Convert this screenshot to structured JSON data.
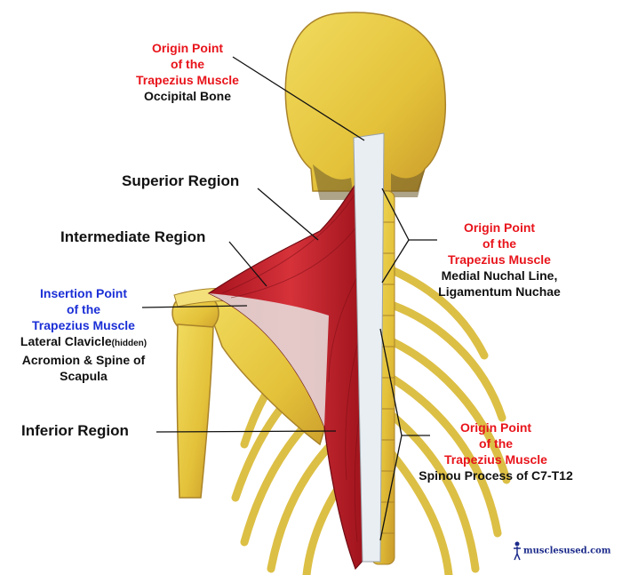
{
  "labels": {
    "occipital": {
      "line1": "Origin Point",
      "line2": "of the",
      "line3": "Trapezius Muscle",
      "line4": "Occipital Bone"
    },
    "superior_region": "Superior Region",
    "intermediate_region": "Intermediate Region",
    "inferior_region": "Inferior Region",
    "nuchal": {
      "line1": "Origin Point",
      "line2": "of the",
      "line3": "Trapezius Muscle",
      "line4": "Medial Nuchal Line,",
      "line5": "Ligamentum Nuchae"
    },
    "insertion": {
      "line1": "Insertion Point",
      "line2": "of the",
      "line3": "Trapezius Muscle",
      "line4a": "Lateral Clavicle",
      "line4b": "(hidden)",
      "line5": "Acromion & Spine of",
      "line6": "Scapula"
    },
    "spinous": {
      "line1": "Origin Point",
      "line2": "of the",
      "line3": "Trapezius Muscle",
      "line4": "Spinou Process of C7-T12"
    }
  },
  "watermark": "musclesused.com",
  "colors": {
    "origin": "#e8141b",
    "insertion": "#1b2fd6",
    "bone": "#e8c93c",
    "muscle": "#c9202b"
  }
}
